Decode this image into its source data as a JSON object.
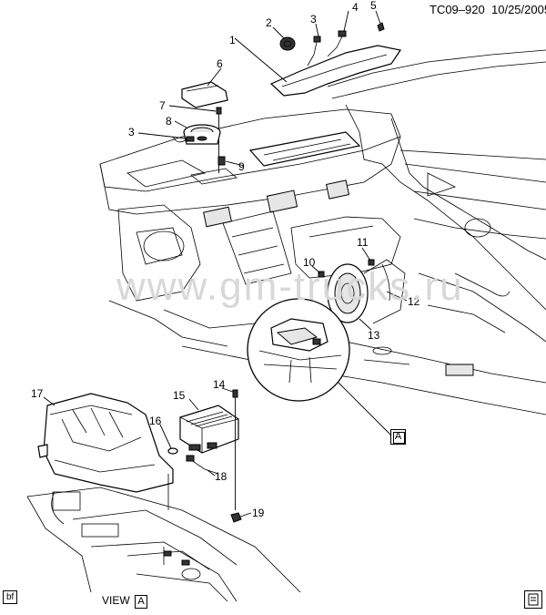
{
  "header": {
    "ref_code": "TC09–920",
    "date": "10/25/2005"
  },
  "watermark": "www.gm-trucks.ru",
  "callouts": [
    "1",
    "2",
    "3",
    "4",
    "5",
    "6",
    "7",
    "8",
    "3",
    "9",
    "10",
    "11",
    "12",
    "13",
    "14",
    "15",
    "16",
    "17",
    "18",
    "19"
  ],
  "detail_marker": "A",
  "footer": {
    "tag": "bf",
    "view_text": "VIEW",
    "view_letter": "A"
  },
  "icons": [
    "speaker-icon",
    "amplifier-icon",
    "subwoofer-box-icon",
    "dashboard-icon",
    "door-panel-icon"
  ]
}
